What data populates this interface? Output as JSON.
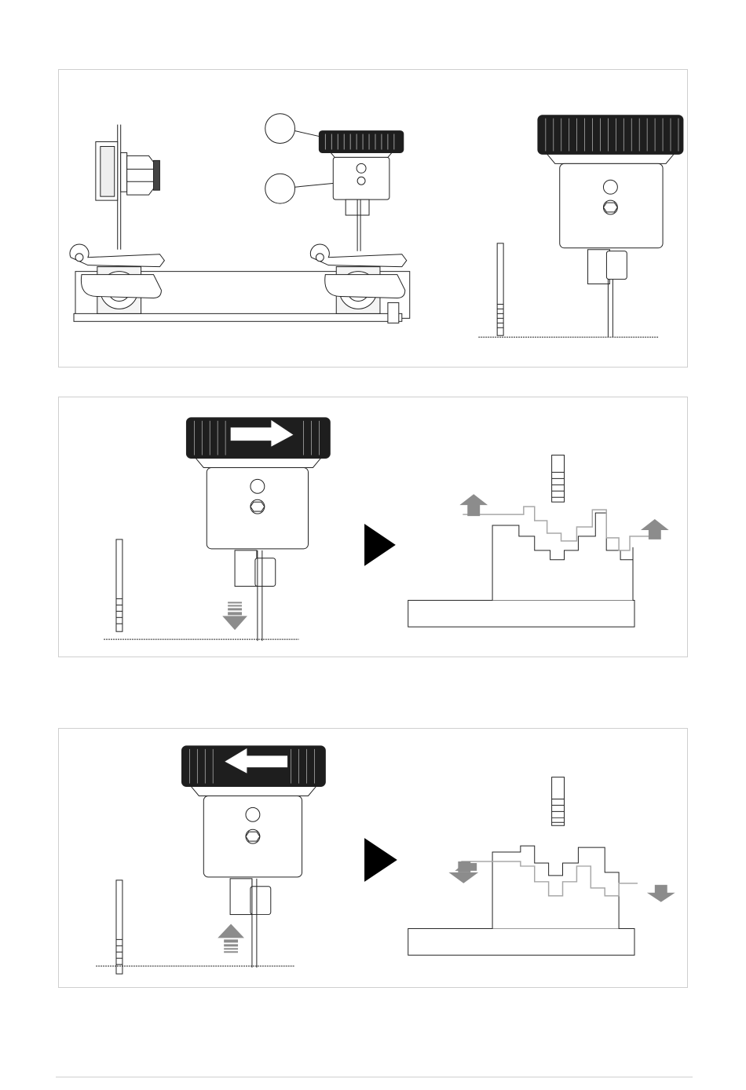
{
  "panels": [
    {
      "id": "panel-1",
      "callouts": [
        "",
        ""
      ]
    },
    {
      "id": "panel-2",
      "knob_arrow": "right",
      "probe_arrow": "down",
      "profile_arrows": "up"
    },
    {
      "id": "panel-3",
      "knob_arrow": "left",
      "probe_arrow": "up",
      "profile_arrows": "down"
    }
  ],
  "colors": {
    "line": "#222222",
    "knob_dark": "#1e1e1e",
    "body_fill": "#ffffff",
    "arrow_gray": "#8c8c8c",
    "profile_gray": "#a8a8a8",
    "play_marker": "#000000",
    "panel_border": "#cfcfcf"
  }
}
